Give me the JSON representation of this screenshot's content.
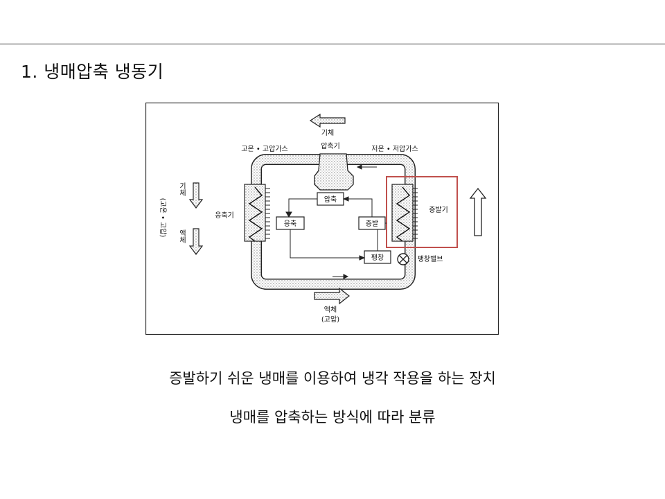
{
  "slide": {
    "title": "1. 냉매압축 냉동기",
    "captions": [
      "증발하기 쉬운 냉매를 이용하여 냉각 작용을 하는 장치",
      "냉매를 압축하는 방식에 따라 분류"
    ]
  },
  "diagram": {
    "labels": {
      "gas_top": "기체",
      "high_temp_gas": "고온 • 고압가스",
      "compressor": "압축기",
      "low_temp_gas": "저온 • 저압가스",
      "condenser": "응축기",
      "evaporator": "증발기",
      "box_compress": "압축",
      "box_condense": "응축",
      "box_evaporate": "증발",
      "box_expand": "팽창",
      "expansion_valve": "팽창밸브",
      "liquid_bottom": "액체",
      "high_pressure_bottom": "(고압)",
      "side_gas": "기체",
      "side_liquid": "액체",
      "side_vertical": "(고온 • 고압)"
    },
    "colors": {
      "line": "#1a1a1a",
      "highlight": "#c0504d"
    }
  }
}
